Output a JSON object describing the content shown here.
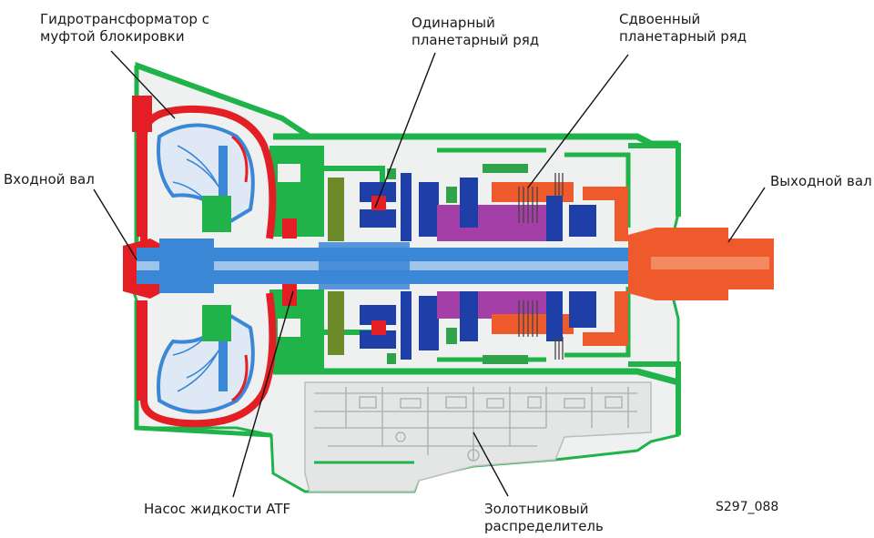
{
  "labels": {
    "converter": [
      "Гидротрансформатор с",
      "муфтой блокировки"
    ],
    "single_planetary": [
      "Одинарный",
      "планетарный ряд"
    ],
    "double_planetary": [
      "Сдвоенный",
      "планетарный ряд"
    ],
    "input_shaft": "Входной вал",
    "output_shaft": "Выходной вал",
    "atf_pump": "Насос жидкости ATF",
    "valve_body": [
      "Золотниковый",
      "распределитель"
    ],
    "figure_code": "S297_088"
  },
  "colors": {
    "housing": "#1fb34a",
    "converter": "#e31e24",
    "shaft": "#3a87d6",
    "output": "#ee5a2b",
    "planetary_blue": "#1f3fa8",
    "magenta": "#a43fa8",
    "olive": "#6d8a2a",
    "valve_body": "#e4e6e6",
    "housing_fill": "#eef1ef",
    "leader": "#111111"
  }
}
